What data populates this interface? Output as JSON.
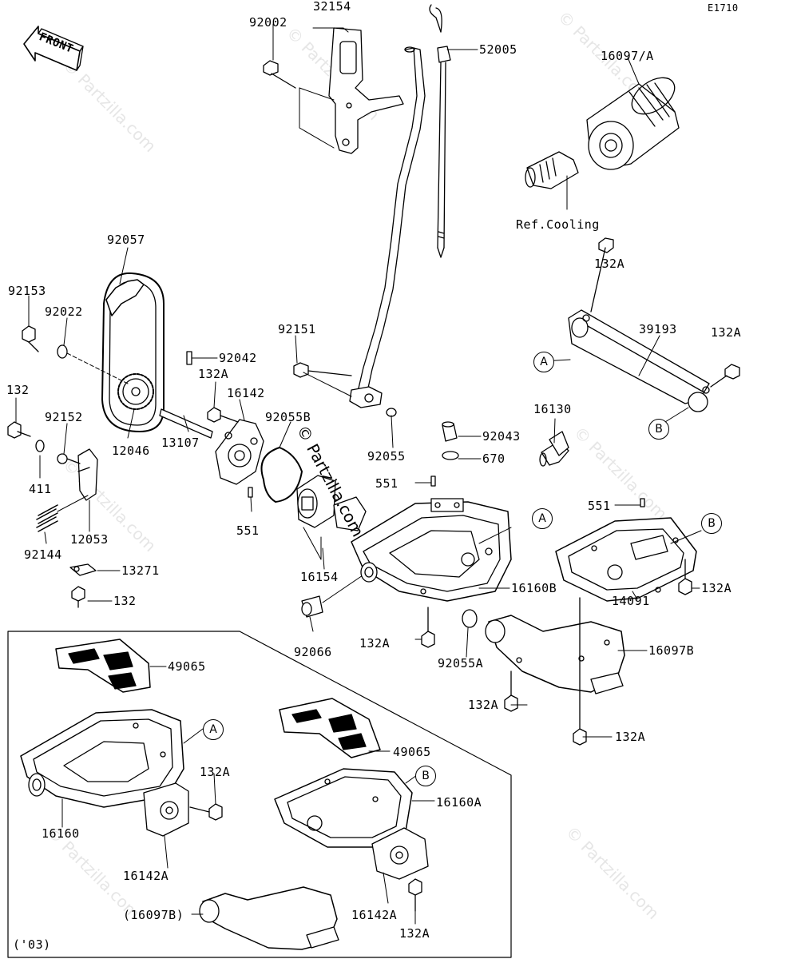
{
  "diagram_code": "E1710",
  "front_label": "FRONT",
  "watermark": "© Partzilla.com",
  "year_note": "('03)",
  "ref_label": "Ref.Cooling",
  "callouts": {
    "a": "A",
    "b": "B"
  },
  "parts": {
    "p32154": "32154",
    "p92002": "92002",
    "p52005": "52005",
    "p16097A": "16097/A",
    "p92057": "92057",
    "p92153": "92153",
    "p92022": "92022",
    "p132a": "132",
    "p92152": "92152",
    "p411": "411",
    "p12046": "12046",
    "p92144": "92144",
    "p12053": "12053",
    "p13271": "13271",
    "p132b": "132",
    "p92042": "92042",
    "p132A_1": "132A",
    "p16142": "16142",
    "p13107": "13107",
    "p551_1": "551",
    "p92055B": "92055B",
    "p92151": "92151",
    "p92055": "92055",
    "p16154": "16154",
    "p92066": "92066",
    "p551_2": "551",
    "p92043": "92043",
    "p670": "670",
    "p16130": "16130",
    "p16160B": "16160B",
    "p132A_2": "132A",
    "p92055A": "92055A",
    "p132A_3": "132A",
    "p39193": "39193",
    "p132A_4": "132A",
    "p551_3": "551",
    "p132A_5": "132A",
    "p14091": "14091",
    "p16097B": "16097B",
    "p132A_6": "132A",
    "p132A_7": "132A",
    "p49065_1": "49065",
    "p16160": "16160",
    "p132A_8": "132A",
    "p16142A_1": "16142A",
    "p49065_2": "49065",
    "p16160A": "16160A",
    "p16142A_2": "16142A",
    "p132A_9": "132A",
    "p16097B_paren": "(16097B)"
  }
}
